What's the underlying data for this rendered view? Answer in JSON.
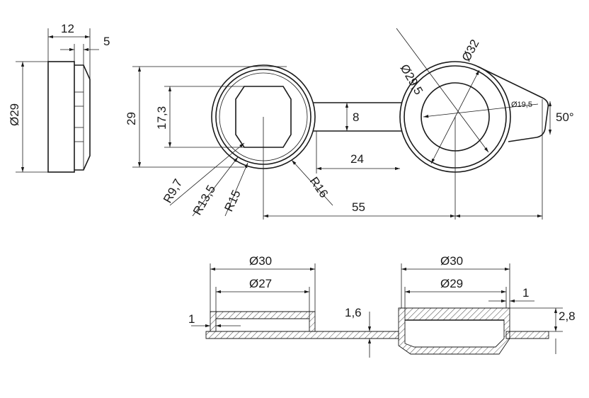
{
  "side_view": {
    "width_label": "12",
    "step_label": "5",
    "diameter_label": "Ø29"
  },
  "top_view": {
    "height_label": "29",
    "flat_label": "17,3",
    "link_width_label": "8",
    "link_length_label": "24",
    "center_distance_label": "55",
    "radii_labels": [
      "R9,7",
      "R13,5",
      "R15",
      "R16"
    ],
    "right_diameters": [
      "Ø29,5",
      "Ø32",
      "Ø19,5"
    ],
    "angle_label": "50°"
  },
  "section_view": {
    "left_outer_label": "Ø30",
    "left_inner_label": "Ø27",
    "left_step_label": "1",
    "thickness_label": "1,6",
    "right_outer_label": "Ø30",
    "right_inner_label": "Ø29",
    "right_step_label": "1",
    "right_height_label": "2,8"
  }
}
